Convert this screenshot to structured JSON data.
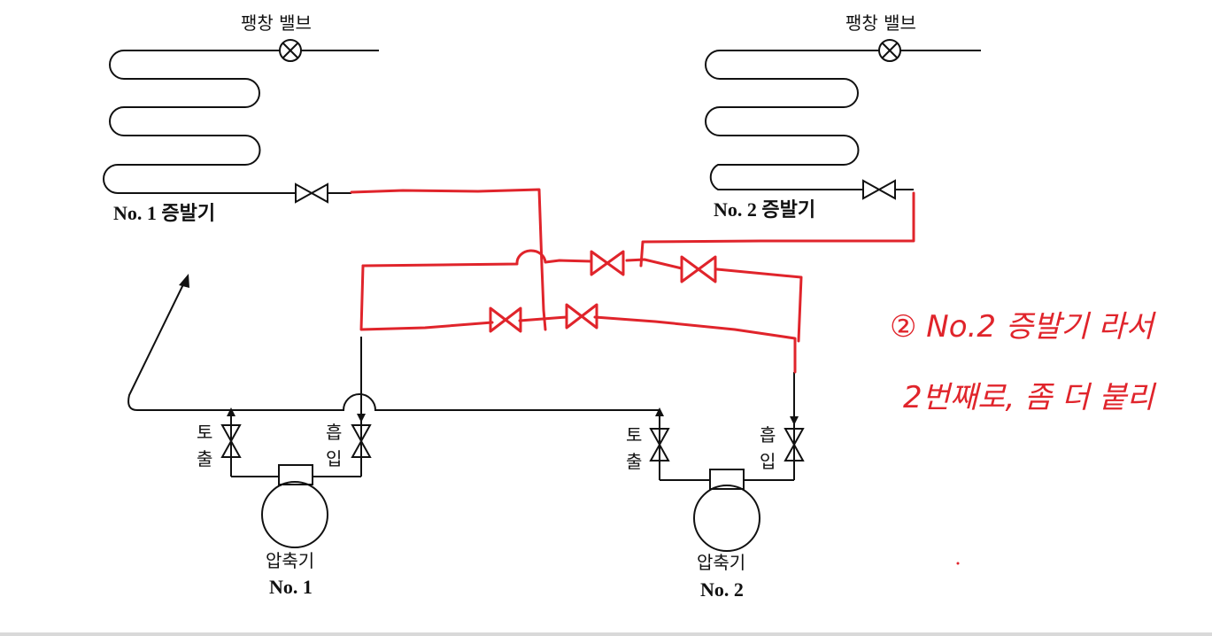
{
  "colors": {
    "line": "#111111",
    "annotation": "#e0242b"
  },
  "evaporator1": {
    "valve_label": "팽창 밸브",
    "name": "No. 1 증발기"
  },
  "evaporator2": {
    "valve_label": "팽창 밸브",
    "name": "No. 2 증발기"
  },
  "compressor1": {
    "discharge_label": [
      "토",
      "출"
    ],
    "suction_label": [
      "흡",
      "입"
    ],
    "name": "압축기",
    "number": "No. 1"
  },
  "compressor2": {
    "discharge_label": [
      "토",
      "출"
    ],
    "suction_label": [
      "흡",
      "입"
    ],
    "name": "압축기",
    "number": "No. 2"
  },
  "annotation": {
    "line1": "② No.2 증발기 라서",
    "line2": "2번째로, 좀 더 붙리"
  }
}
